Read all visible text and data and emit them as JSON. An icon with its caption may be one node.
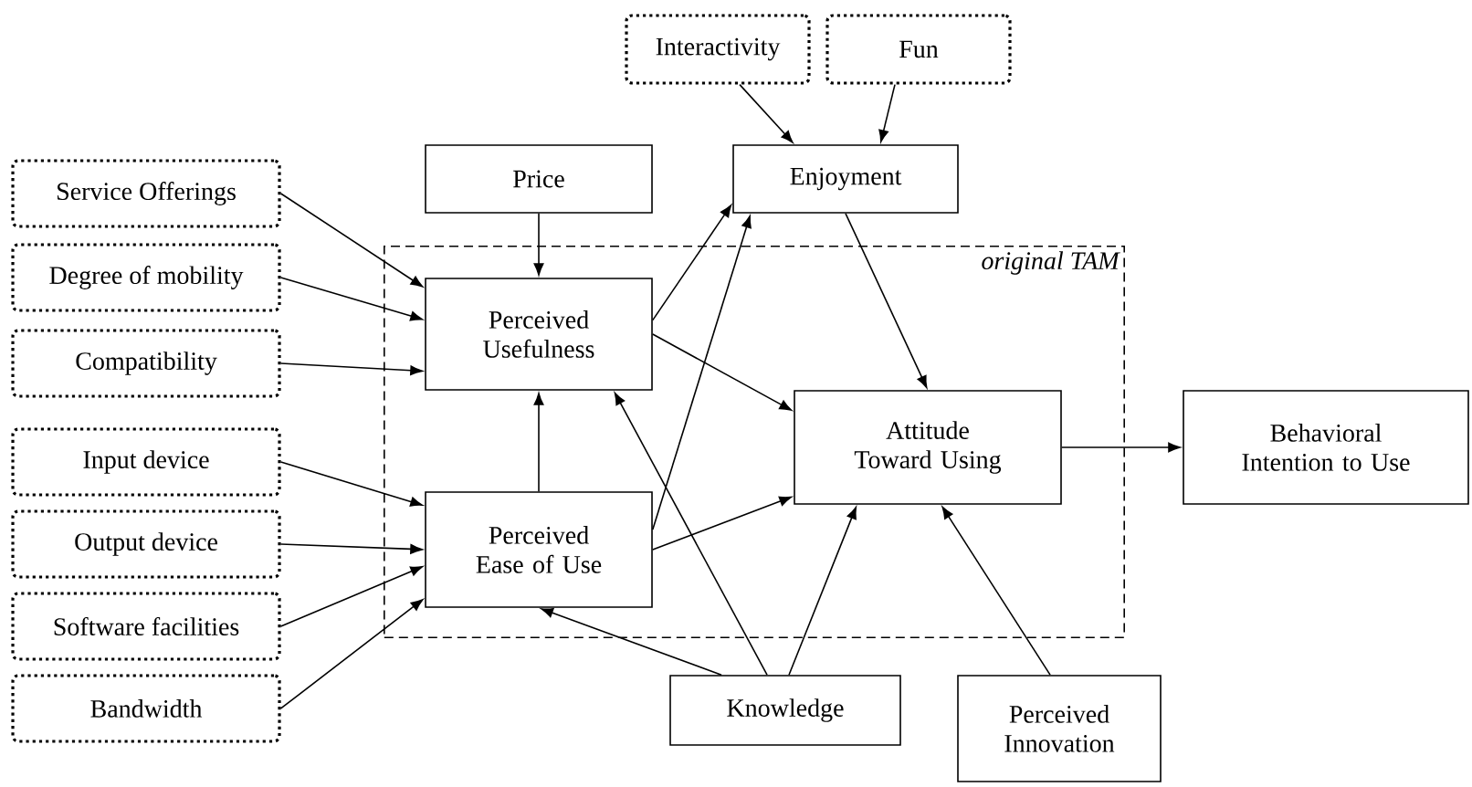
{
  "diagram": {
    "nodes": [
      {
        "text": [
          "Interactivity"
        ]
      },
      {
        "text": [
          "Fun"
        ]
      },
      {
        "text": [
          "Price"
        ]
      },
      {
        "text": [
          "Enjoyment"
        ]
      },
      {
        "text": [
          "Service Offerings"
        ]
      },
      {
        "text": [
          "Degree of mobility"
        ]
      },
      {
        "text": [
          "Compatibility"
        ]
      },
      {
        "text": [
          "original TAM"
        ]
      },
      {
        "text": [
          "Perceived Usefulness"
        ],
        "in": 7
      },
      {
        "text": [
          "Attitude Toward Using"
        ],
        "in": 7
      },
      {
        "text": [
          "Behavioral Intention to Use"
        ]
      },
      {
        "text": [
          "Input device"
        ]
      },
      {
        "text": [
          "Output device"
        ]
      },
      {
        "text": [
          "Perceived Ease of Use"
        ],
        "in": 7
      },
      {
        "text": [
          "Software facilities"
        ]
      },
      {
        "text": [
          "Bandwidth"
        ]
      },
      {
        "text": [
          "Knowledge"
        ]
      },
      {
        "text": [
          "Perceived Innovation"
        ]
      }
    ],
    "edges": [
      {
        "from": 0,
        "to": 3,
        "arrow": "to"
      },
      {
        "from": 1,
        "to": 3,
        "arrow": "to"
      },
      {
        "from": 2,
        "to": 8,
        "arrow": "to"
      },
      {
        "from": 4,
        "to": 8,
        "arrow": "to"
      },
      {
        "from": 5,
        "to": 8,
        "arrow": "to"
      },
      {
        "from": 6,
        "to": 8,
        "arrow": "to"
      },
      {
        "from": 11,
        "to": 13,
        "arrow": "to"
      },
      {
        "from": 12,
        "to": 13,
        "arrow": "to"
      },
      {
        "from": 14,
        "to": 13,
        "arrow": "to"
      },
      {
        "from": 15,
        "to": 13,
        "arrow": "to"
      },
      {
        "from": 13,
        "to": 8,
        "arrow": "to"
      },
      {
        "from": 8,
        "to": 3,
        "arrow": "to"
      },
      {
        "from": 13,
        "to": 3,
        "arrow": "to"
      },
      {
        "from": 8,
        "to": 9,
        "arrow": "to"
      },
      {
        "from": 13,
        "to": 9,
        "arrow": "to"
      },
      {
        "from": 3,
        "to": 9,
        "arrow": "to"
      },
      {
        "from": 9,
        "to": 10,
        "arrow": "to"
      },
      {
        "from": 16,
        "to": 8,
        "arrow": "to"
      },
      {
        "from": 16,
        "to": 13,
        "arrow": "to"
      },
      {
        "from": 16,
        "to": 9,
        "arrow": "to"
      },
      {
        "from": 17,
        "to": 9,
        "arrow": "to"
      }
    ]
  }
}
